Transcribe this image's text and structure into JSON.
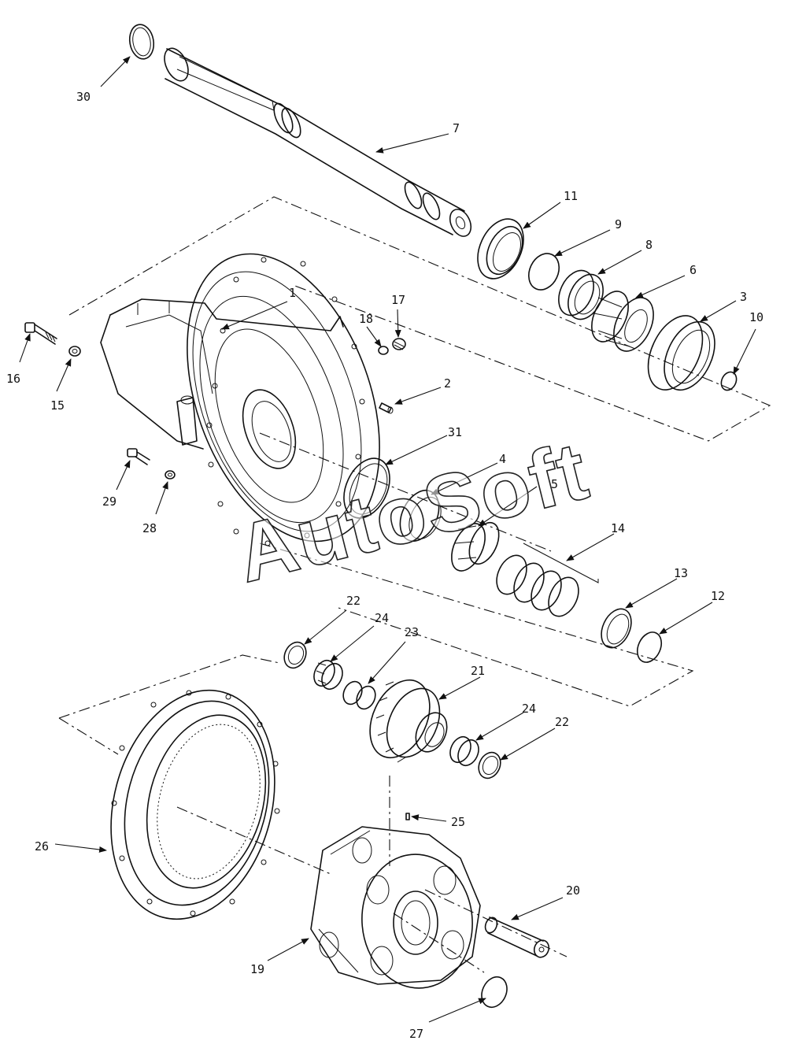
{
  "watermark": "AutoSoft",
  "callouts": [
    {
      "id": "30",
      "label": "30"
    },
    {
      "id": "7",
      "label": "7"
    },
    {
      "id": "11",
      "label": "11"
    },
    {
      "id": "9",
      "label": "9"
    },
    {
      "id": "8",
      "label": "8"
    },
    {
      "id": "6",
      "label": "6"
    },
    {
      "id": "3",
      "label": "3"
    },
    {
      "id": "10",
      "label": "10"
    },
    {
      "id": "1",
      "label": "1"
    },
    {
      "id": "18",
      "label": "18"
    },
    {
      "id": "17",
      "label": "17"
    },
    {
      "id": "16",
      "label": "16"
    },
    {
      "id": "15",
      "label": "15"
    },
    {
      "id": "2",
      "label": "2"
    },
    {
      "id": "31",
      "label": "31"
    },
    {
      "id": "4",
      "label": "4"
    },
    {
      "id": "5",
      "label": "5"
    },
    {
      "id": "29",
      "label": "29"
    },
    {
      "id": "28",
      "label": "28"
    },
    {
      "id": "14",
      "label": "14"
    },
    {
      "id": "13",
      "label": "13"
    },
    {
      "id": "12",
      "label": "12"
    },
    {
      "id": "22a",
      "label": "22"
    },
    {
      "id": "24a",
      "label": "24"
    },
    {
      "id": "23",
      "label": "23"
    },
    {
      "id": "21",
      "label": "21"
    },
    {
      "id": "24b",
      "label": "24"
    },
    {
      "id": "22b",
      "label": "22"
    },
    {
      "id": "25",
      "label": "25"
    },
    {
      "id": "26",
      "label": "26"
    },
    {
      "id": "20",
      "label": "20"
    },
    {
      "id": "19",
      "label": "19"
    },
    {
      "id": "27",
      "label": "27"
    }
  ]
}
